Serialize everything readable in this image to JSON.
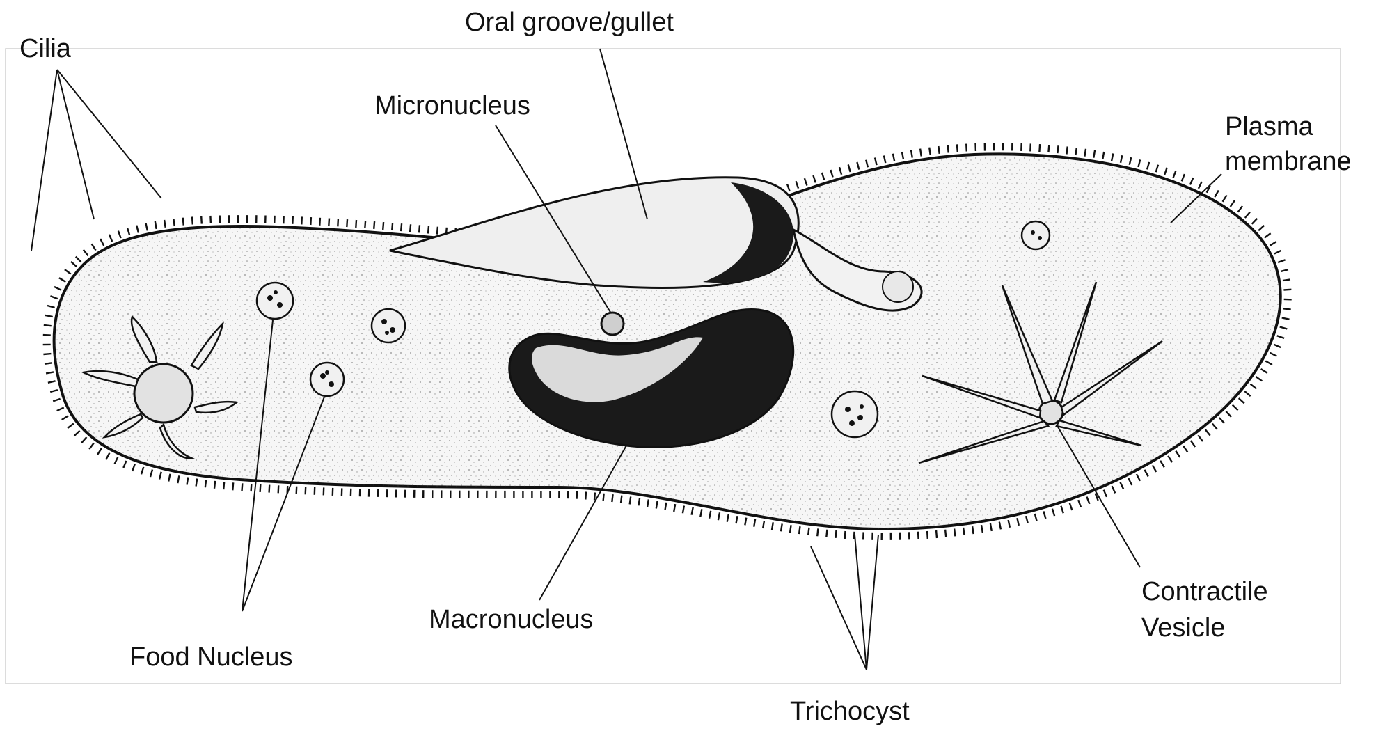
{
  "labels": {
    "cilia": "Cilia",
    "oral_groove": "Oral groove/gullet",
    "micronucleus": "Micronucleus",
    "plasma_membrane_1": "Plasma",
    "plasma_membrane_2": "membrane",
    "contractile_vesicle_1": "Contractile",
    "contractile_vesicle_2": "Vesicle",
    "macronucleus": "Macronucleus",
    "food_nucleus": "Food Nucleus",
    "trichocyst": "Trichocyst"
  },
  "colors": {
    "ink": "#111111",
    "panel_border": "#cfcfcf",
    "cell_fill": "#f4f4f4",
    "nucleus_fill": "#1a1a1a"
  }
}
